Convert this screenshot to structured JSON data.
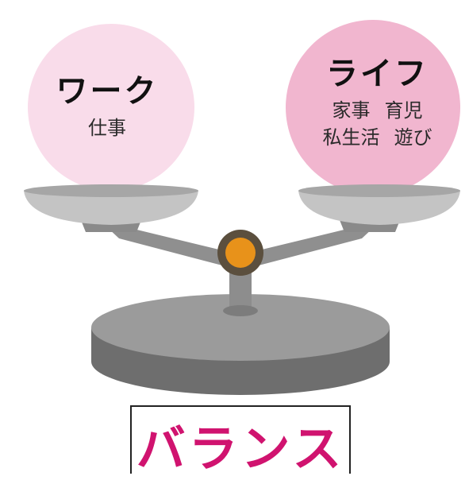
{
  "work": {
    "title": "ワーク",
    "items": [
      "仕事"
    ]
  },
  "life": {
    "title": "ライフ",
    "line1": [
      "家事",
      "育児"
    ],
    "line2": [
      "私生活",
      "遊び"
    ]
  },
  "caption": "バランス",
  "colors": {
    "work_circle": "#f9dcea",
    "life_circle": "#f1b6cf",
    "caption_text": "#d0136f",
    "pivot": "#e8921a",
    "scale_gray": "#9a9a9a"
  }
}
